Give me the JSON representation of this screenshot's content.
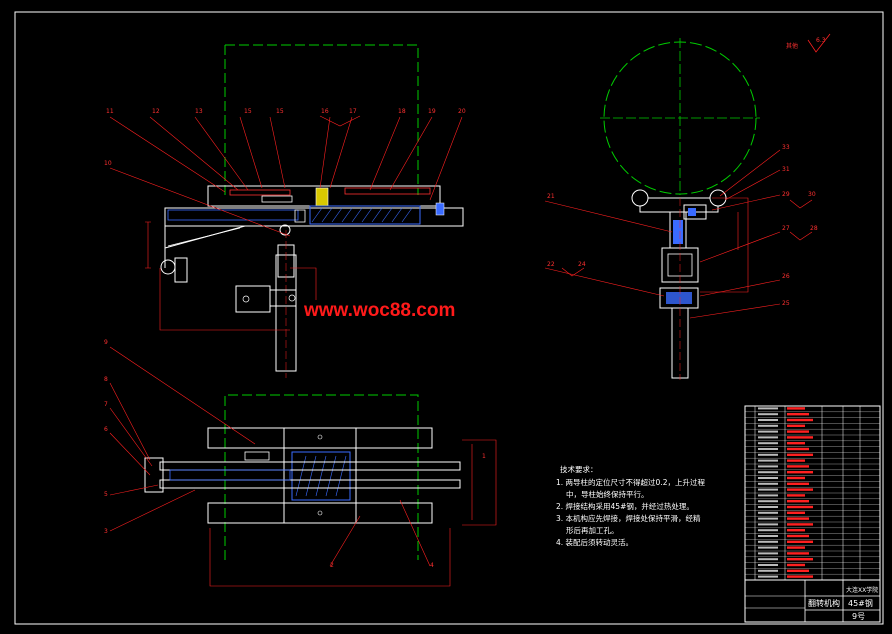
{
  "watermark": "www.woc88.com",
  "notes": {
    "title": "技术要求：",
    "lines": [
      "1. 两导柱的定位尺寸不得超过0.2，上升过程",
      "中，导柱始终保持平行。",
      "2. 焊接结构采用45#钢，并经过热处理。",
      "3. 本机构应先焊接，焊接处保持平滑，经精",
      "形后再加工孔。",
      "4. 装配后须转动灵活。"
    ]
  },
  "title_block": {
    "name": "翻转机构",
    "material": "45#钢",
    "drawing_no": "9号",
    "company": "大连XX学院",
    "other": "其他"
  },
  "balloons": {
    "top_view": [
      "11",
      "12",
      "13",
      "15",
      "15",
      "16",
      "17",
      "18",
      "19",
      "20",
      "10"
    ],
    "bottom_view": [
      "9",
      "8",
      "7",
      "6",
      "5",
      "4",
      "3",
      "2",
      "1"
    ],
    "side_view": [
      "33",
      "31",
      "29",
      "30",
      "21",
      "27",
      "28",
      "22",
      "24",
      "26",
      "25"
    ]
  },
  "colors": {
    "background": "#000000",
    "outline": "#ffffff",
    "annotation": "#ff2020",
    "centerline": "#00cc00",
    "hatch": "#3a6bff",
    "frame": "#ffffff"
  }
}
